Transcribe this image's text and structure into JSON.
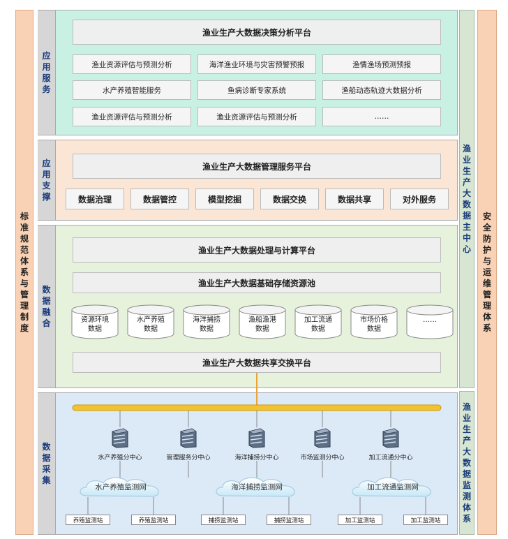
{
  "left_side": "标准规范体系与管理制度",
  "right_side": "安全防护与运维管理体系",
  "data_center": "渔业生产大数据主中心",
  "monitor_system": "渔业生产大数据监测体系",
  "app_service": {
    "label": "应用服务",
    "platform": "渔业生产大数据决策分析平台",
    "items": [
      "渔业资源评估与预测分析",
      "海洋渔业环境与灾害预警预报",
      "渔情渔场预测预报",
      "水产养殖智能服务",
      "鱼病诊断专家系统",
      "渔船动态轨迹大数据分析",
      "渔业资源评估与预测分析",
      "渔业资源评估与预测分析",
      "……"
    ]
  },
  "app_support": {
    "label": "应用支撑",
    "platform": "渔业生产大数据管理服务平台",
    "items": [
      "数据治理",
      "数据管控",
      "模型挖掘",
      "数据交换",
      "数据共享",
      "对外服务"
    ]
  },
  "data_fusion": {
    "label": "数据融合",
    "compute": "渔业生产大数据处理与计算平台",
    "storage": "渔业生产大数据基础存储资源池",
    "databases": [
      {
        "l1": "资源环境",
        "l2": "数据"
      },
      {
        "l1": "水产养殖",
        "l2": "数据"
      },
      {
        "l1": "海洋捕捞",
        "l2": "数据"
      },
      {
        "l1": "渔船渔港",
        "l2": "数据"
      },
      {
        "l1": "加工流通",
        "l2": "数据"
      },
      {
        "l1": "市场价格",
        "l2": "数据"
      },
      {
        "l1": "……",
        "l2": ""
      }
    ],
    "exchange": "渔业生产大数据共享交换平台"
  },
  "data_collect": {
    "label": "数据采集",
    "centers": [
      "水产养殖分中心",
      "管理服务分中心",
      "海洋捕捞分中心",
      "市场监测分中心",
      "加工流通分中心"
    ],
    "networks": [
      "水产养殖监测网",
      "海洋捕捞监测网",
      "加工流通监测网"
    ],
    "stations": [
      "养殖监测站",
      "养殖监测站",
      "捕捞监测站",
      "捕捞监测站",
      "加工监测站",
      "加工监测站"
    ]
  },
  "colors": {
    "app_service_bg": "#c8f0e3",
    "app_support_bg": "#fbe6d6",
    "data_fusion_bg": "#e7f2dc",
    "data_collect_bg": "#dce9f7",
    "side_bg": "#f9d1b4",
    "bus": "#f2c230",
    "link": "#e8a33a"
  }
}
